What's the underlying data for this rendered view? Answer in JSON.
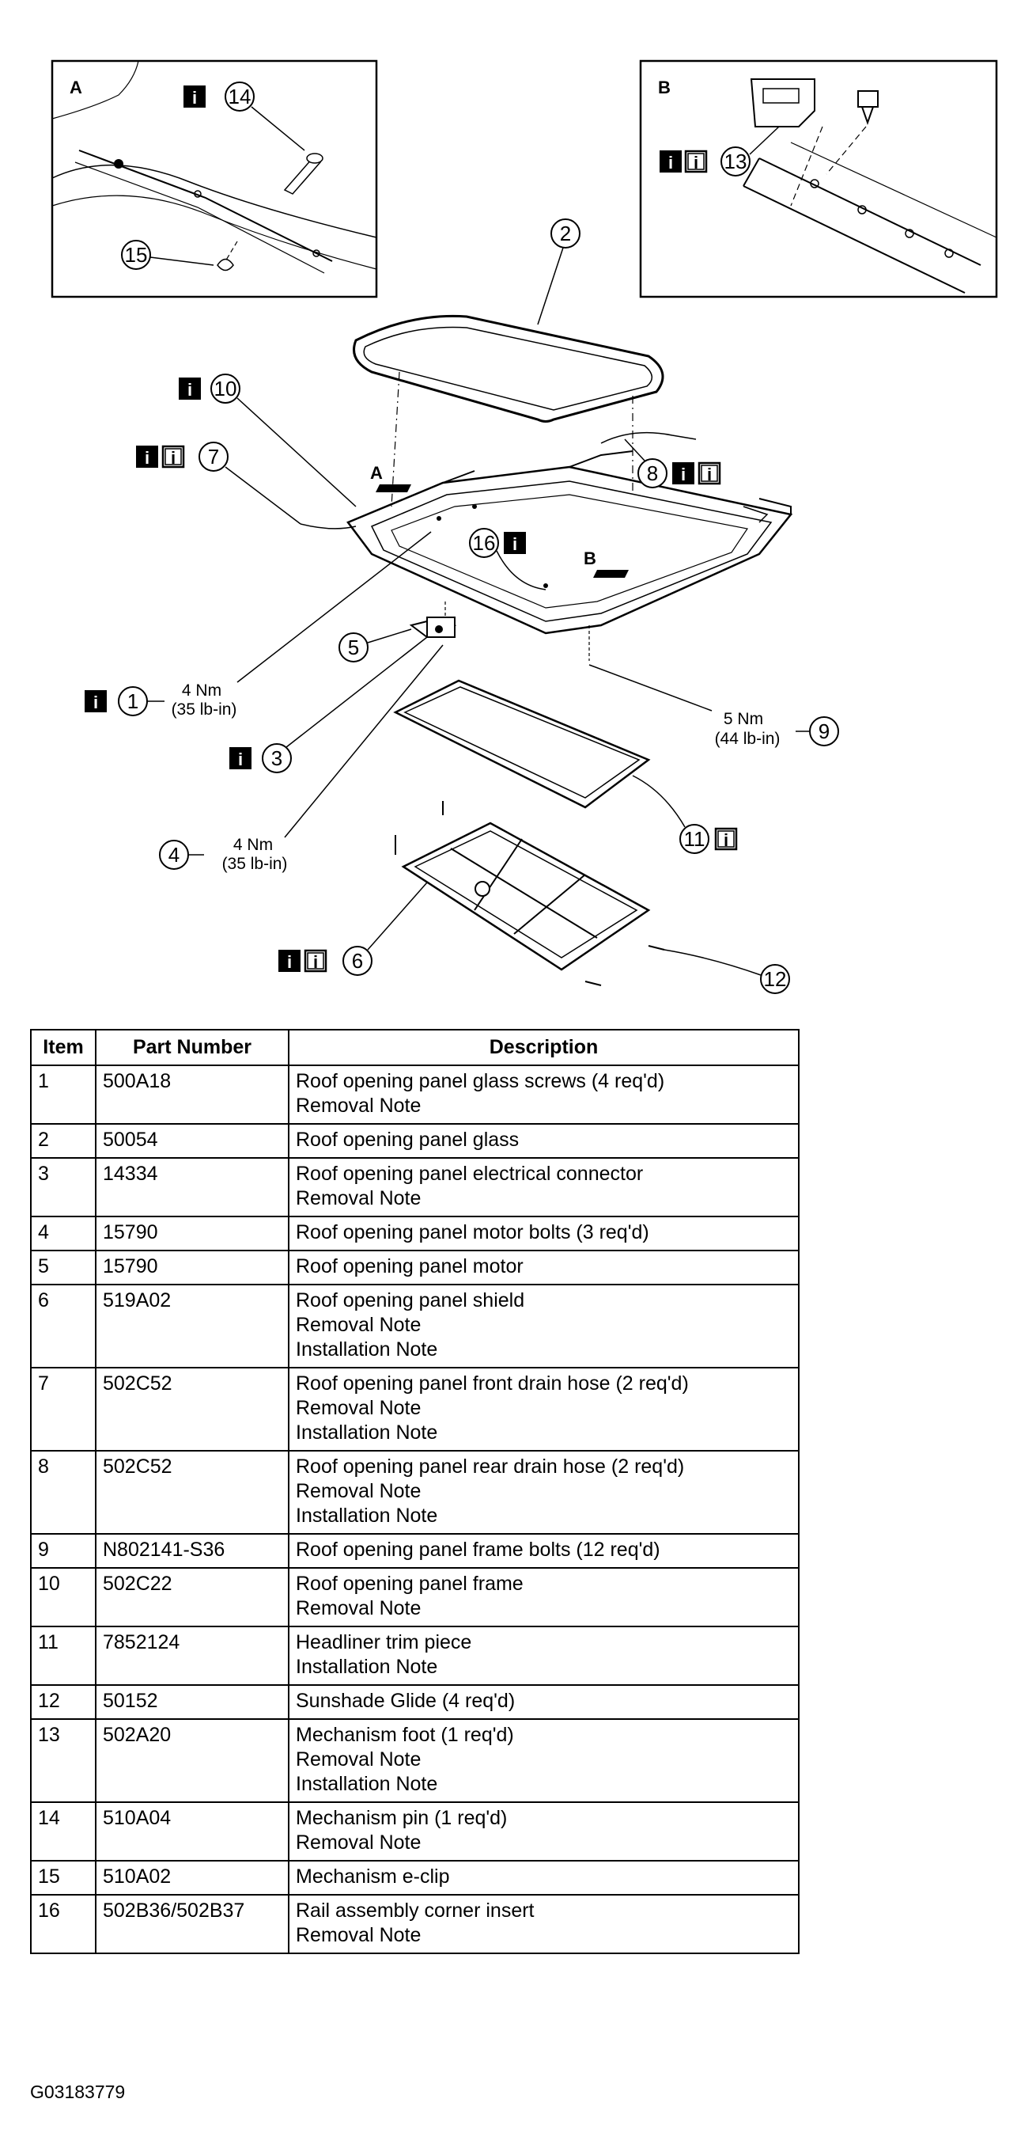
{
  "diagram": {
    "insets": [
      {
        "letter": "A",
        "callouts": [
          {
            "num": "14",
            "info_icons": 1
          },
          {
            "num": "15",
            "info_icons": 0
          }
        ]
      },
      {
        "letter": "B",
        "callouts": [
          {
            "num": "13",
            "info_icons": 2
          }
        ]
      }
    ],
    "main_callouts": [
      {
        "num": "2",
        "info_icons": 0
      },
      {
        "num": "10",
        "info_icons": 1
      },
      {
        "num": "7",
        "info_icons": 2
      },
      {
        "num": "8",
        "info_icons": 2
      },
      {
        "num": "16",
        "info_icons": 1
      },
      {
        "num": "5",
        "info_icons": 0
      },
      {
        "num": "1",
        "info_icons": 1
      },
      {
        "num": "3",
        "info_icons": 1
      },
      {
        "num": "4",
        "info_icons": 0
      },
      {
        "num": "9",
        "info_icons": 0
      },
      {
        "num": "11",
        "info_icons": 1
      },
      {
        "num": "6",
        "info_icons": 2
      },
      {
        "num": "12",
        "info_icons": 0
      }
    ],
    "torque_specs": {
      "item1": {
        "nm": "4 Nm",
        "lbin": "(35 lb-in)"
      },
      "item4": {
        "nm": "4 Nm",
        "lbin": "(35 lb-in)"
      },
      "item9": {
        "nm": "5 Nm",
        "lbin": "(44 lb-in)"
      }
    },
    "info_icon_glyph": "i",
    "icon_names": [
      "info-icon",
      "info-outline-icon"
    ]
  },
  "table": {
    "headers": [
      "Item",
      "Part Number",
      "Description"
    ],
    "rows": [
      {
        "item": "1",
        "part": "500A18",
        "desc": [
          "Roof opening panel glass screws (4 req'd)",
          "Removal Note"
        ]
      },
      {
        "item": "2",
        "part": "50054",
        "desc": [
          "Roof opening panel glass"
        ]
      },
      {
        "item": "3",
        "part": "14334",
        "desc": [
          "Roof opening panel electrical connector",
          "Removal Note"
        ]
      },
      {
        "item": "4",
        "part": "15790",
        "desc": [
          "Roof opening panel motor bolts (3 req'd)"
        ]
      },
      {
        "item": "5",
        "part": "15790",
        "desc": [
          "Roof opening panel motor"
        ]
      },
      {
        "item": "6",
        "part": "519A02",
        "desc": [
          "Roof opening panel shield",
          "Removal Note",
          "Installation Note"
        ]
      },
      {
        "item": "7",
        "part": "502C52",
        "desc": [
          "Roof opening panel front drain hose (2 req'd)",
          "Removal Note",
          "Installation Note"
        ]
      },
      {
        "item": "8",
        "part": "502C52",
        "desc": [
          "Roof opening panel rear drain hose (2 req'd)",
          "Removal Note",
          "Installation Note"
        ]
      },
      {
        "item": "9",
        "part": "N802141-S36",
        "desc": [
          "Roof opening panel frame bolts (12 req'd)"
        ]
      },
      {
        "item": "10",
        "part": "502C22",
        "desc": [
          "Roof opening panel frame",
          "Removal Note"
        ]
      },
      {
        "item": "11",
        "part": "7852124",
        "desc": [
          "Headliner trim piece",
          "Installation Note"
        ]
      },
      {
        "item": "12",
        "part": "50152",
        "desc": [
          "Sunshade Glide (4 req'd)"
        ]
      },
      {
        "item": "13",
        "part": "502A20",
        "desc": [
          "Mechanism foot (1 req'd)",
          "Removal Note",
          "Installation Note"
        ]
      },
      {
        "item": "14",
        "part": "510A04",
        "desc": [
          "Mechanism pin (1 req'd)",
          "Removal Note"
        ]
      },
      {
        "item": "15",
        "part": "510A02",
        "desc": [
          "Mechanism e-clip"
        ]
      },
      {
        "item": "16",
        "part": "502B36/502B37",
        "desc": [
          "Rail assembly corner insert",
          "Removal Note"
        ]
      }
    ]
  },
  "figure_id": "G03183779"
}
